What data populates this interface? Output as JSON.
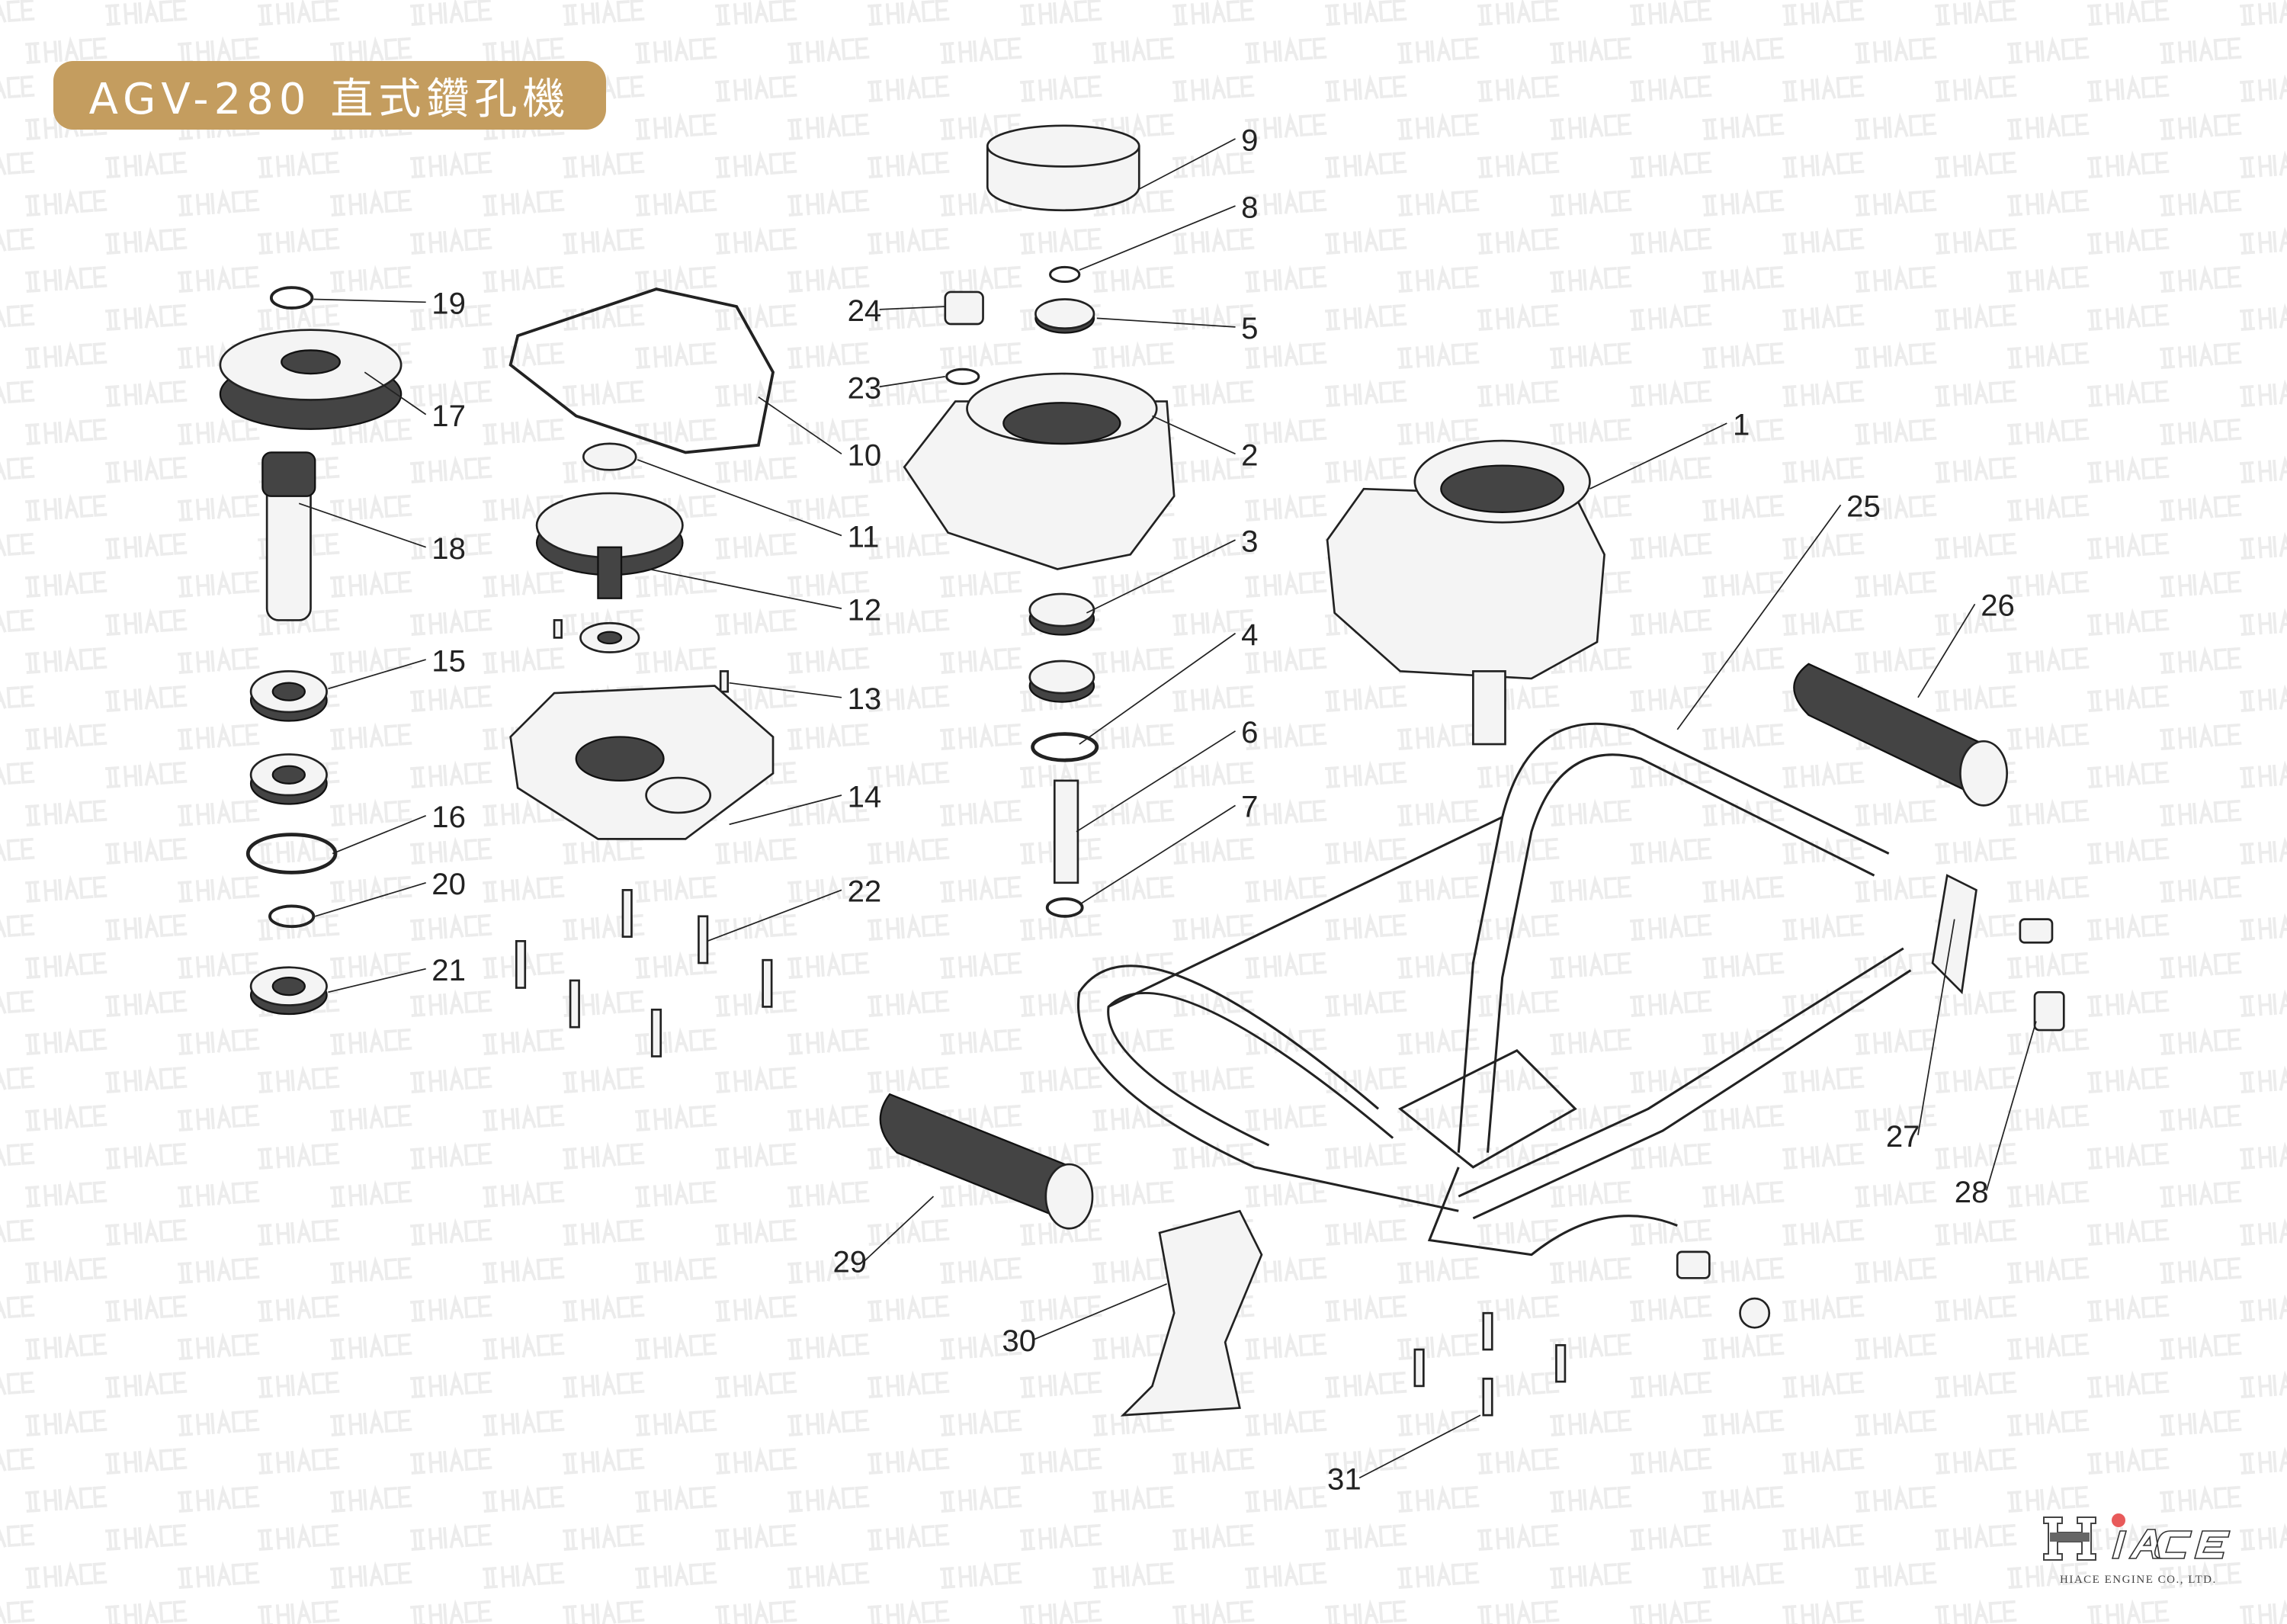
{
  "title": "AGV-280 直式鑽孔機",
  "watermark_text": "HIACE",
  "logo": {
    "brand": "HIACE",
    "company": "HIACE ENGINE CO., LTD."
  },
  "colors": {
    "title_badge": "#c49d5f",
    "watermark": "#ececec",
    "logo_dot": "#e85a5a"
  },
  "callouts": [
    "1",
    "2",
    "3",
    "4",
    "5",
    "6",
    "7",
    "8",
    "9",
    "10",
    "11",
    "12",
    "13",
    "14",
    "15",
    "16",
    "17",
    "18",
    "19",
    "20",
    "21",
    "22",
    "23",
    "24",
    "25",
    "26",
    "27",
    "28",
    "29",
    "30",
    "31"
  ]
}
